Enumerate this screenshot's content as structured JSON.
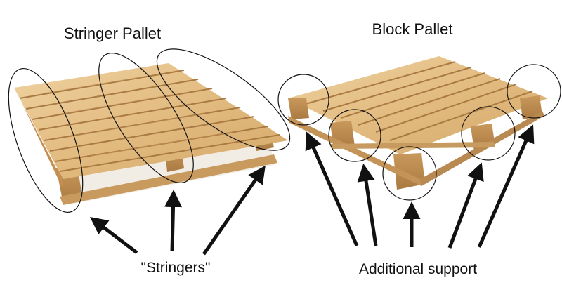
{
  "titles": {
    "left": "Stringer Pallet",
    "right": "Block Pallet"
  },
  "captions": {
    "left": "\"Stringers\"",
    "right": "Additional support"
  },
  "colors": {
    "wood_light": "#e8c690",
    "wood_mid": "#d6aa6c",
    "wood_dark": "#b7844a",
    "grain": "#a9773f",
    "annotation": "#111111"
  }
}
